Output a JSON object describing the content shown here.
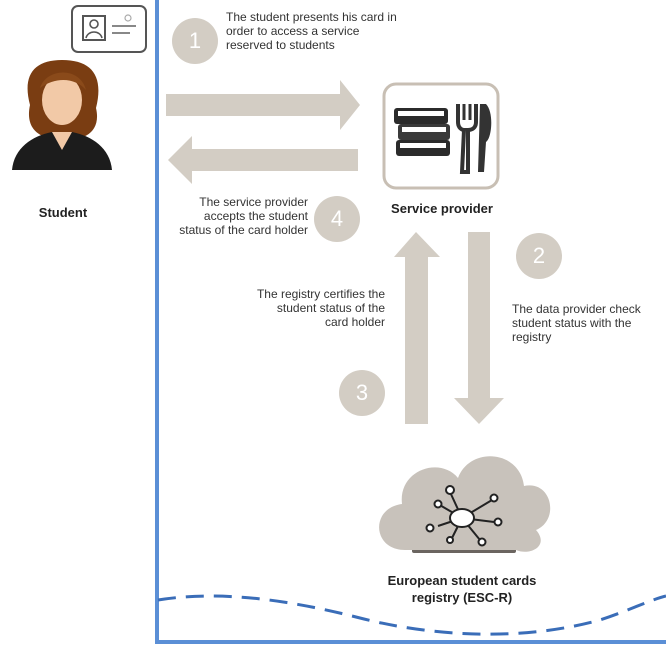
{
  "steps": {
    "step1": {
      "number": "1",
      "text": [
        "The student presents his card in",
        "order to access a service",
        "reserved to students"
      ]
    },
    "step2": {
      "number": "2",
      "text": [
        "The data provider check",
        "student status with the",
        "registry"
      ]
    },
    "step3": {
      "number": "3",
      "text": [
        "The registry certifies the",
        "student status of the",
        "card holder"
      ]
    },
    "step4": {
      "number": "4",
      "text": [
        "The service provider",
        "accepts the student",
        "status of the card holder"
      ]
    }
  },
  "actors": {
    "student": "Student",
    "service_provider": "Service provider",
    "registry": [
      "European student cards",
      "registry (ESC-R)"
    ]
  },
  "colors": {
    "arrow": "#d3cdc4",
    "border": "#5b8fd6",
    "circle": "#d3cdc4",
    "cloud": "#c8c2bb",
    "hair": "#7a3d12",
    "skin": "#f2c9a7"
  },
  "icons": [
    "id-card-icon",
    "student-avatar-icon",
    "books-cutlery-icon",
    "network-cloud-icon"
  ]
}
